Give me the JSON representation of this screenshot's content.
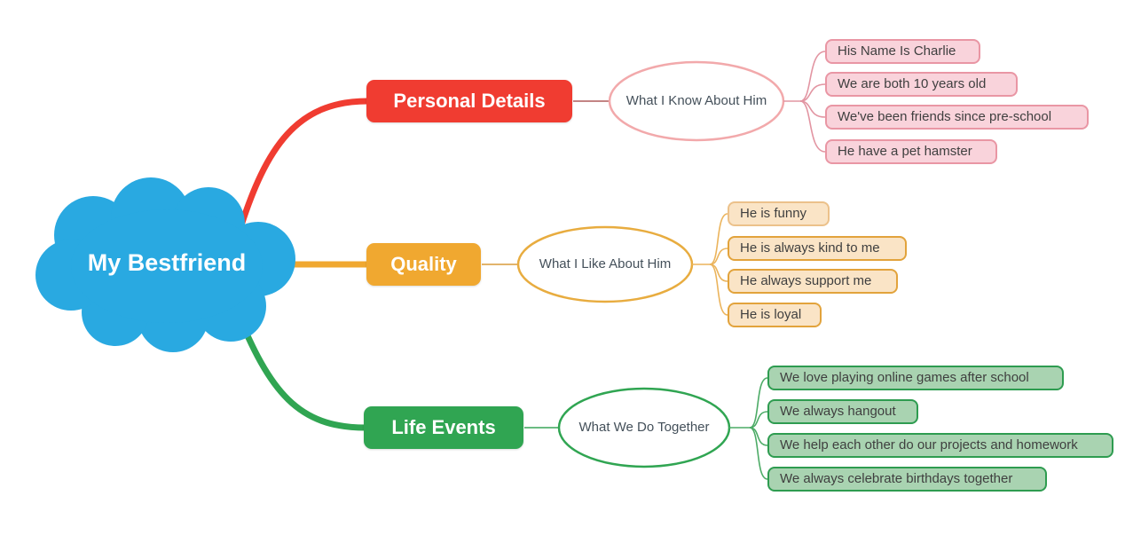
{
  "root": {
    "label": "My Bestfriend",
    "shape": "cloud",
    "color": "#29A9E1",
    "text_color": "#ffffff"
  },
  "branches": [
    {
      "id": "personal-details",
      "label": "Personal Details",
      "color": "#F03C31",
      "topic": "What I Know About Him",
      "leaf_fill": "#F9D3DB",
      "leaf_border": "#E996A4",
      "leaves": [
        "His Name Is Charlie",
        "We are both 10 years old",
        "We've been friends since pre-school",
        "He have a pet hamster"
      ]
    },
    {
      "id": "quality",
      "label": "Quality",
      "color": "#F0A830",
      "topic": "What I Like About Him",
      "leaf_fill": "#FAE4C6",
      "leaf_border": "#E2A33C",
      "leaves": [
        "He is funny",
        "He is always kind to me",
        "He always support me",
        "He is loyal"
      ]
    },
    {
      "id": "life-events",
      "label": "Life Events",
      "color": "#30A552",
      "topic": "What We Do Together",
      "leaf_fill": "#A9D3B1",
      "leaf_border": "#2E9C50",
      "leaves": [
        "We love playing online games after school",
        "We always hangout",
        "We help each other do our projects and homework",
        "We always celebrate birthdays together"
      ]
    }
  ]
}
